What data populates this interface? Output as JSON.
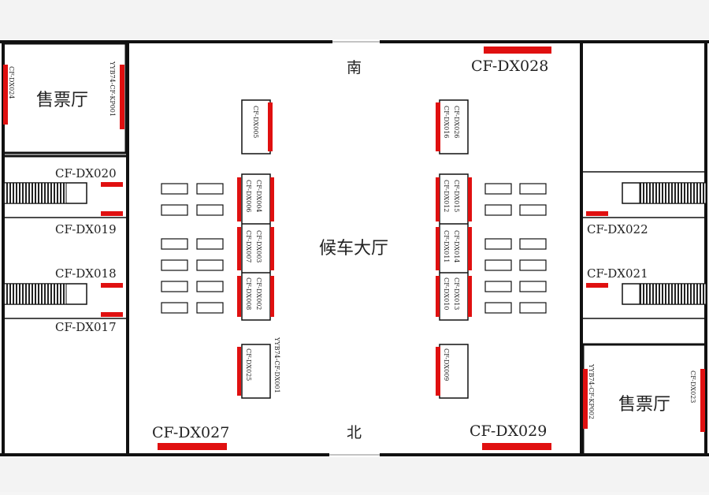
{
  "compass": {
    "south": "南",
    "north": "北"
  },
  "hall": {
    "label": "候车大厅"
  },
  "ticket_hall_top_left": {
    "label": "售票厅",
    "id_left": "CF-DX024",
    "id_right": "YYB74-CF-KP001"
  },
  "ticket_hall_bottom_right": {
    "label": "售票厅",
    "id_left": "YYB74-CF-KP002",
    "id_right": "CF-DX023"
  },
  "labels": {
    "dx020": "CF-DX020",
    "dx019": "CF-DX019",
    "dx018": "CF-DX018",
    "dx017": "CF-DX017",
    "dx022": "CF-DX022",
    "dx021": "CF-DX021",
    "dx027": "CF-DX027",
    "dx028": "CF-DX028",
    "dx029": "CF-DX029"
  },
  "devices": {
    "dx005": "CF-DX005",
    "dx004": "CF-DX004",
    "dx006": "CF-DX006",
    "dx003": "CF-DX003",
    "dx007": "CF-DX007",
    "dx002": "CF-DX002",
    "dx008": "CF-DX008",
    "dx001": "YYB74-CF-DX001",
    "dx025": "CF-DX025",
    "dx026": "CF-DX026",
    "dx016": "CF-DX016",
    "dx015": "CF-DX015",
    "dx012": "CF-DX012",
    "dx014": "CF-DX014",
    "dx011": "CF-DX011",
    "dx013": "CF-DX013",
    "dx010": "CF-DX010",
    "dx009": "CF-DX009"
  },
  "colors": {
    "marker": "#e01010",
    "wall": "#111111",
    "floor": "#ffffff"
  }
}
